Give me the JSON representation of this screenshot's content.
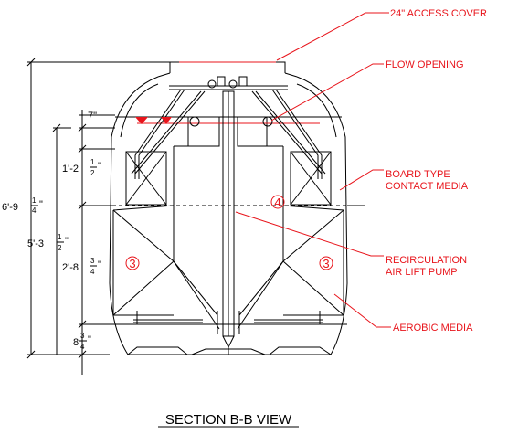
{
  "callouts": {
    "access_cover": "24\" ACCESS COVER",
    "flow_opening": "FLOW OPENING",
    "board_media_line1": "BOARD TYPE",
    "board_media_line2": "CONTACT MEDIA",
    "recirc_line1": "RECIRCULATION",
    "recirc_line2": "AIR LIFT PUMP",
    "aerobic_media": "AEROBIC MEDIA"
  },
  "dimensions": {
    "overall": {
      "whole": "6'-9",
      "num": "1",
      "den": "4",
      "unit": "\""
    },
    "liquid": {
      "whole": "5'-3",
      "num": "1",
      "den": "2",
      "unit": "\""
    },
    "upper": {
      "whole": "1'-2",
      "num": "1",
      "den": "2",
      "unit": "\""
    },
    "middle": {
      "whole": "2'-8",
      "num": "3",
      "den": "4",
      "unit": "\""
    },
    "bottom": {
      "whole": "8",
      "num": "3",
      "den": "4",
      "unit": "\""
    },
    "top_offset": "7\""
  },
  "zones": {
    "left_chamber": "3",
    "right_chamber": "3",
    "media_chamber": "4"
  },
  "caption": "SECTION B-B VIEW",
  "colors": {
    "callout": "#e8141b",
    "linework": "#000000"
  }
}
